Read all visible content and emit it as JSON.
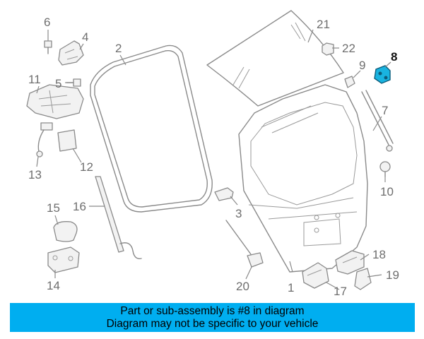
{
  "diagram": {
    "callouts": [
      {
        "id": "1",
        "label": "1",
        "highlighted": false
      },
      {
        "id": "2",
        "label": "2",
        "highlighted": false
      },
      {
        "id": "3",
        "label": "3",
        "highlighted": false
      },
      {
        "id": "4",
        "label": "4",
        "highlighted": false
      },
      {
        "id": "5",
        "label": "5",
        "highlighted": false
      },
      {
        "id": "6",
        "label": "6",
        "highlighted": false
      },
      {
        "id": "7",
        "label": "7",
        "highlighted": false
      },
      {
        "id": "8",
        "label": "8",
        "highlighted": true
      },
      {
        "id": "9",
        "label": "9",
        "highlighted": false
      },
      {
        "id": "10",
        "label": "10",
        "highlighted": false
      },
      {
        "id": "11",
        "label": "11",
        "highlighted": false
      },
      {
        "id": "12",
        "label": "12",
        "highlighted": false
      },
      {
        "id": "13",
        "label": "13",
        "highlighted": false
      },
      {
        "id": "14",
        "label": "14",
        "highlighted": false
      },
      {
        "id": "15",
        "label": "15",
        "highlighted": false
      },
      {
        "id": "16",
        "label": "16",
        "highlighted": false
      },
      {
        "id": "17",
        "label": "17",
        "highlighted": false
      },
      {
        "id": "18",
        "label": "18",
        "highlighted": false
      },
      {
        "id": "19",
        "label": "19",
        "highlighted": false
      },
      {
        "id": "20",
        "label": "20",
        "highlighted": false
      },
      {
        "id": "21",
        "label": "21",
        "highlighted": false
      },
      {
        "id": "22",
        "label": "22",
        "highlighted": false
      }
    ],
    "highlight_color": "#19b3e0",
    "line_color": "#8a8a8a"
  },
  "banner": {
    "line1": "Part or sub-assembly is #8 in diagram",
    "line2": "Diagram may not be specific to your vehicle",
    "background": "#00aef0"
  }
}
